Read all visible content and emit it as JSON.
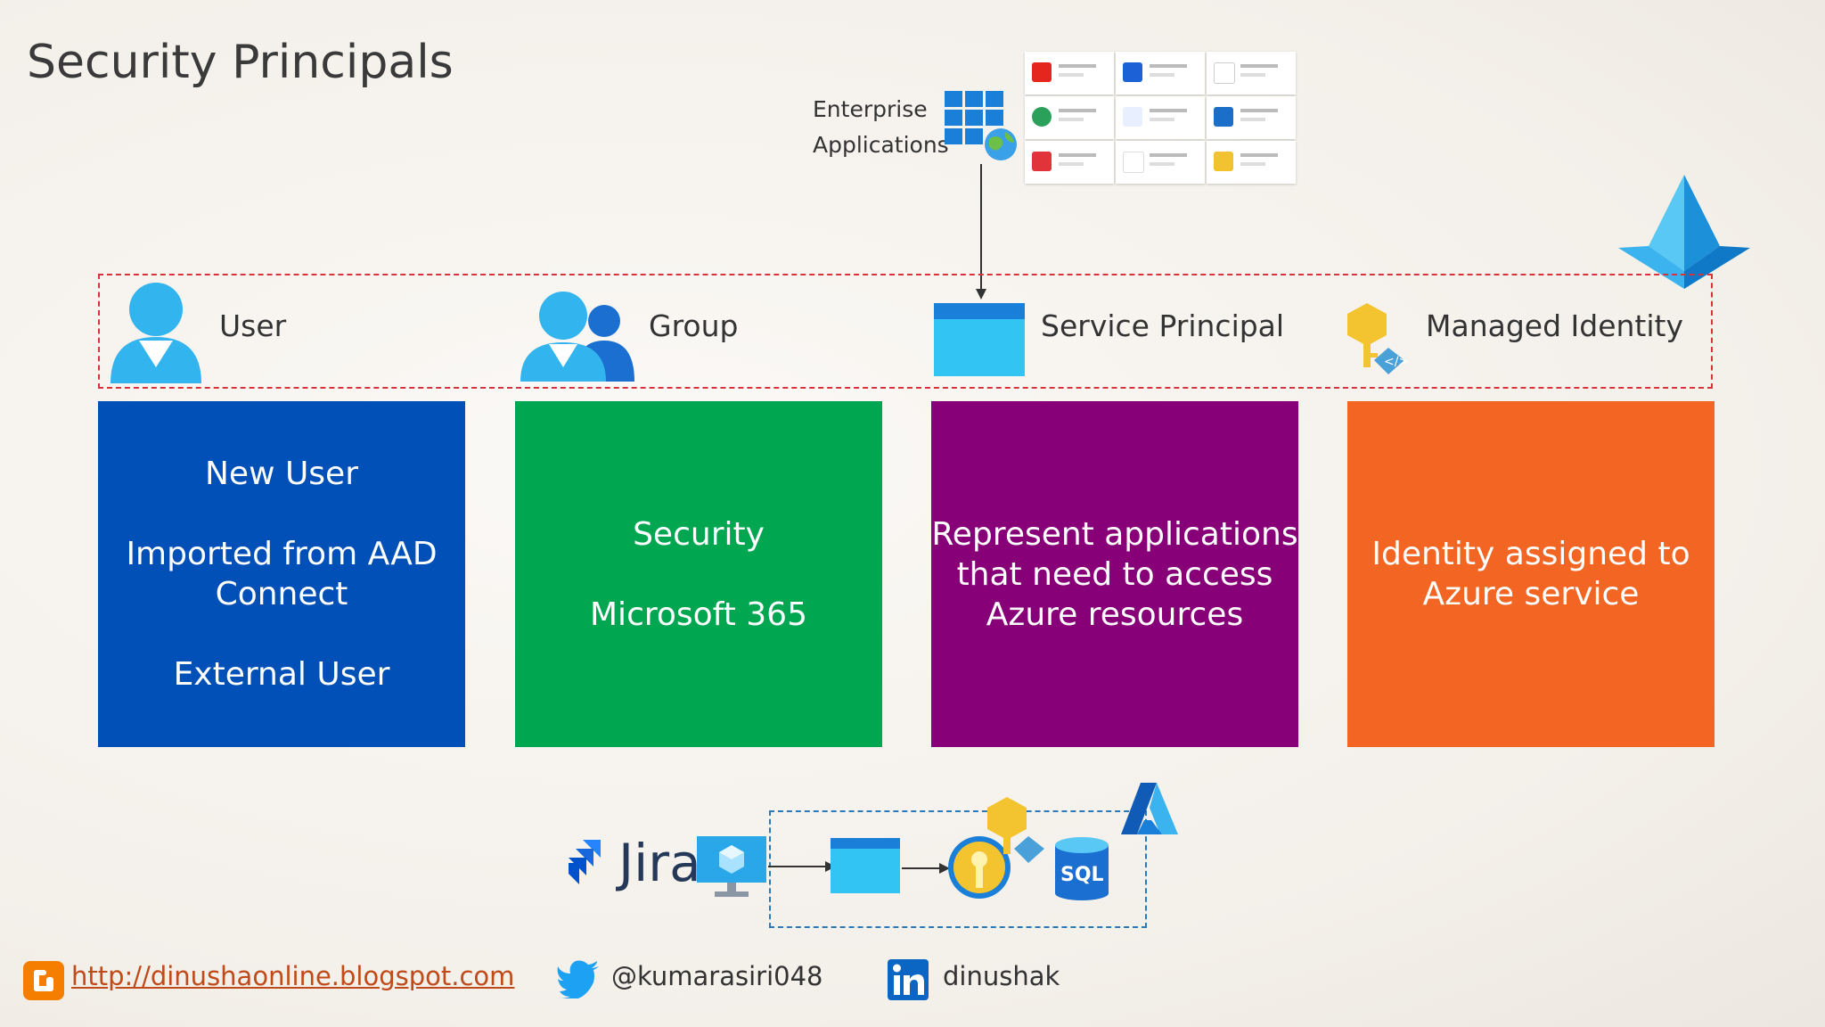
{
  "title": "Security Principals",
  "enterprise_apps": {
    "line1": "Enterprise",
    "line2": "Applications"
  },
  "principals": [
    {
      "label": "User"
    },
    {
      "label": "Group"
    },
    {
      "label": "Service Principal"
    },
    {
      "label": "Managed Identity"
    }
  ],
  "cards": {
    "user": {
      "line1": "New User",
      "line2a": "Imported from AAD",
      "line2b": "Connect",
      "line3": "External User",
      "color": "#0050b8"
    },
    "group": {
      "line1": "Security",
      "line2": "Microsoft 365",
      "color": "#00a650"
    },
    "service_principal": {
      "line1": "Represent applications",
      "line2": "that need to access",
      "line3": "Azure resources",
      "color": "#870078"
    },
    "managed_identity": {
      "line1": "Identity assigned to",
      "line2": "Azure service",
      "color": "#f26522"
    }
  },
  "flow": {
    "jira_text": "Jira",
    "sql_text": "SQL"
  },
  "footer": {
    "blog_url": "http://dinushaonline.blogspot.com",
    "twitter": "@kumarasiri048",
    "linkedin": "dinushak"
  },
  "icons": [
    "user-icon",
    "group-icon",
    "app-window-icon",
    "key-icon",
    "azure-ad-icon",
    "enterprise-apps-icon",
    "globe-icon",
    "vm-icon",
    "sql-icon",
    "azure-logo-icon",
    "blogger-icon",
    "twitter-icon",
    "linkedin-icon",
    "jira-logo-icon"
  ]
}
